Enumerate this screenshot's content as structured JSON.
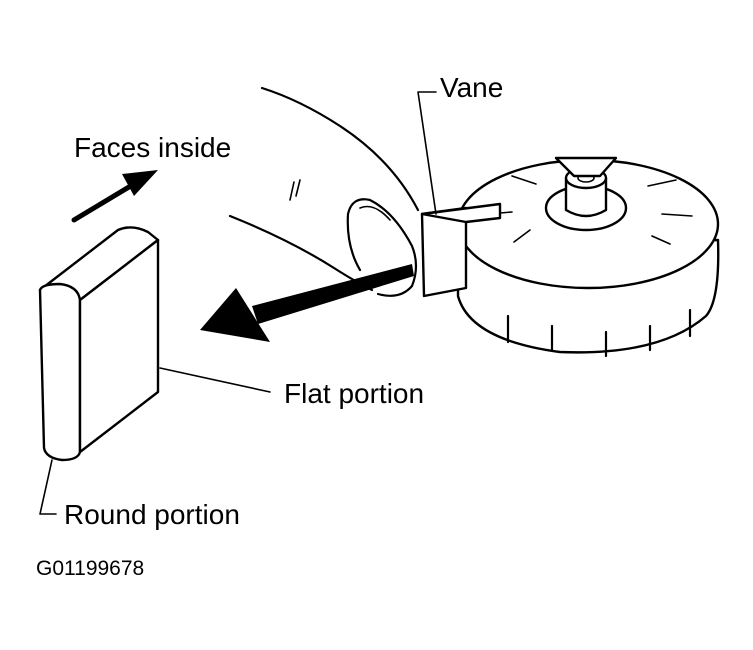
{
  "diagram": {
    "labels": {
      "vane": "Vane",
      "faces_inside": "Faces inside",
      "flat_portion": "Flat portion",
      "round_portion": "Round portion",
      "figure_code": "G01199678"
    }
  }
}
